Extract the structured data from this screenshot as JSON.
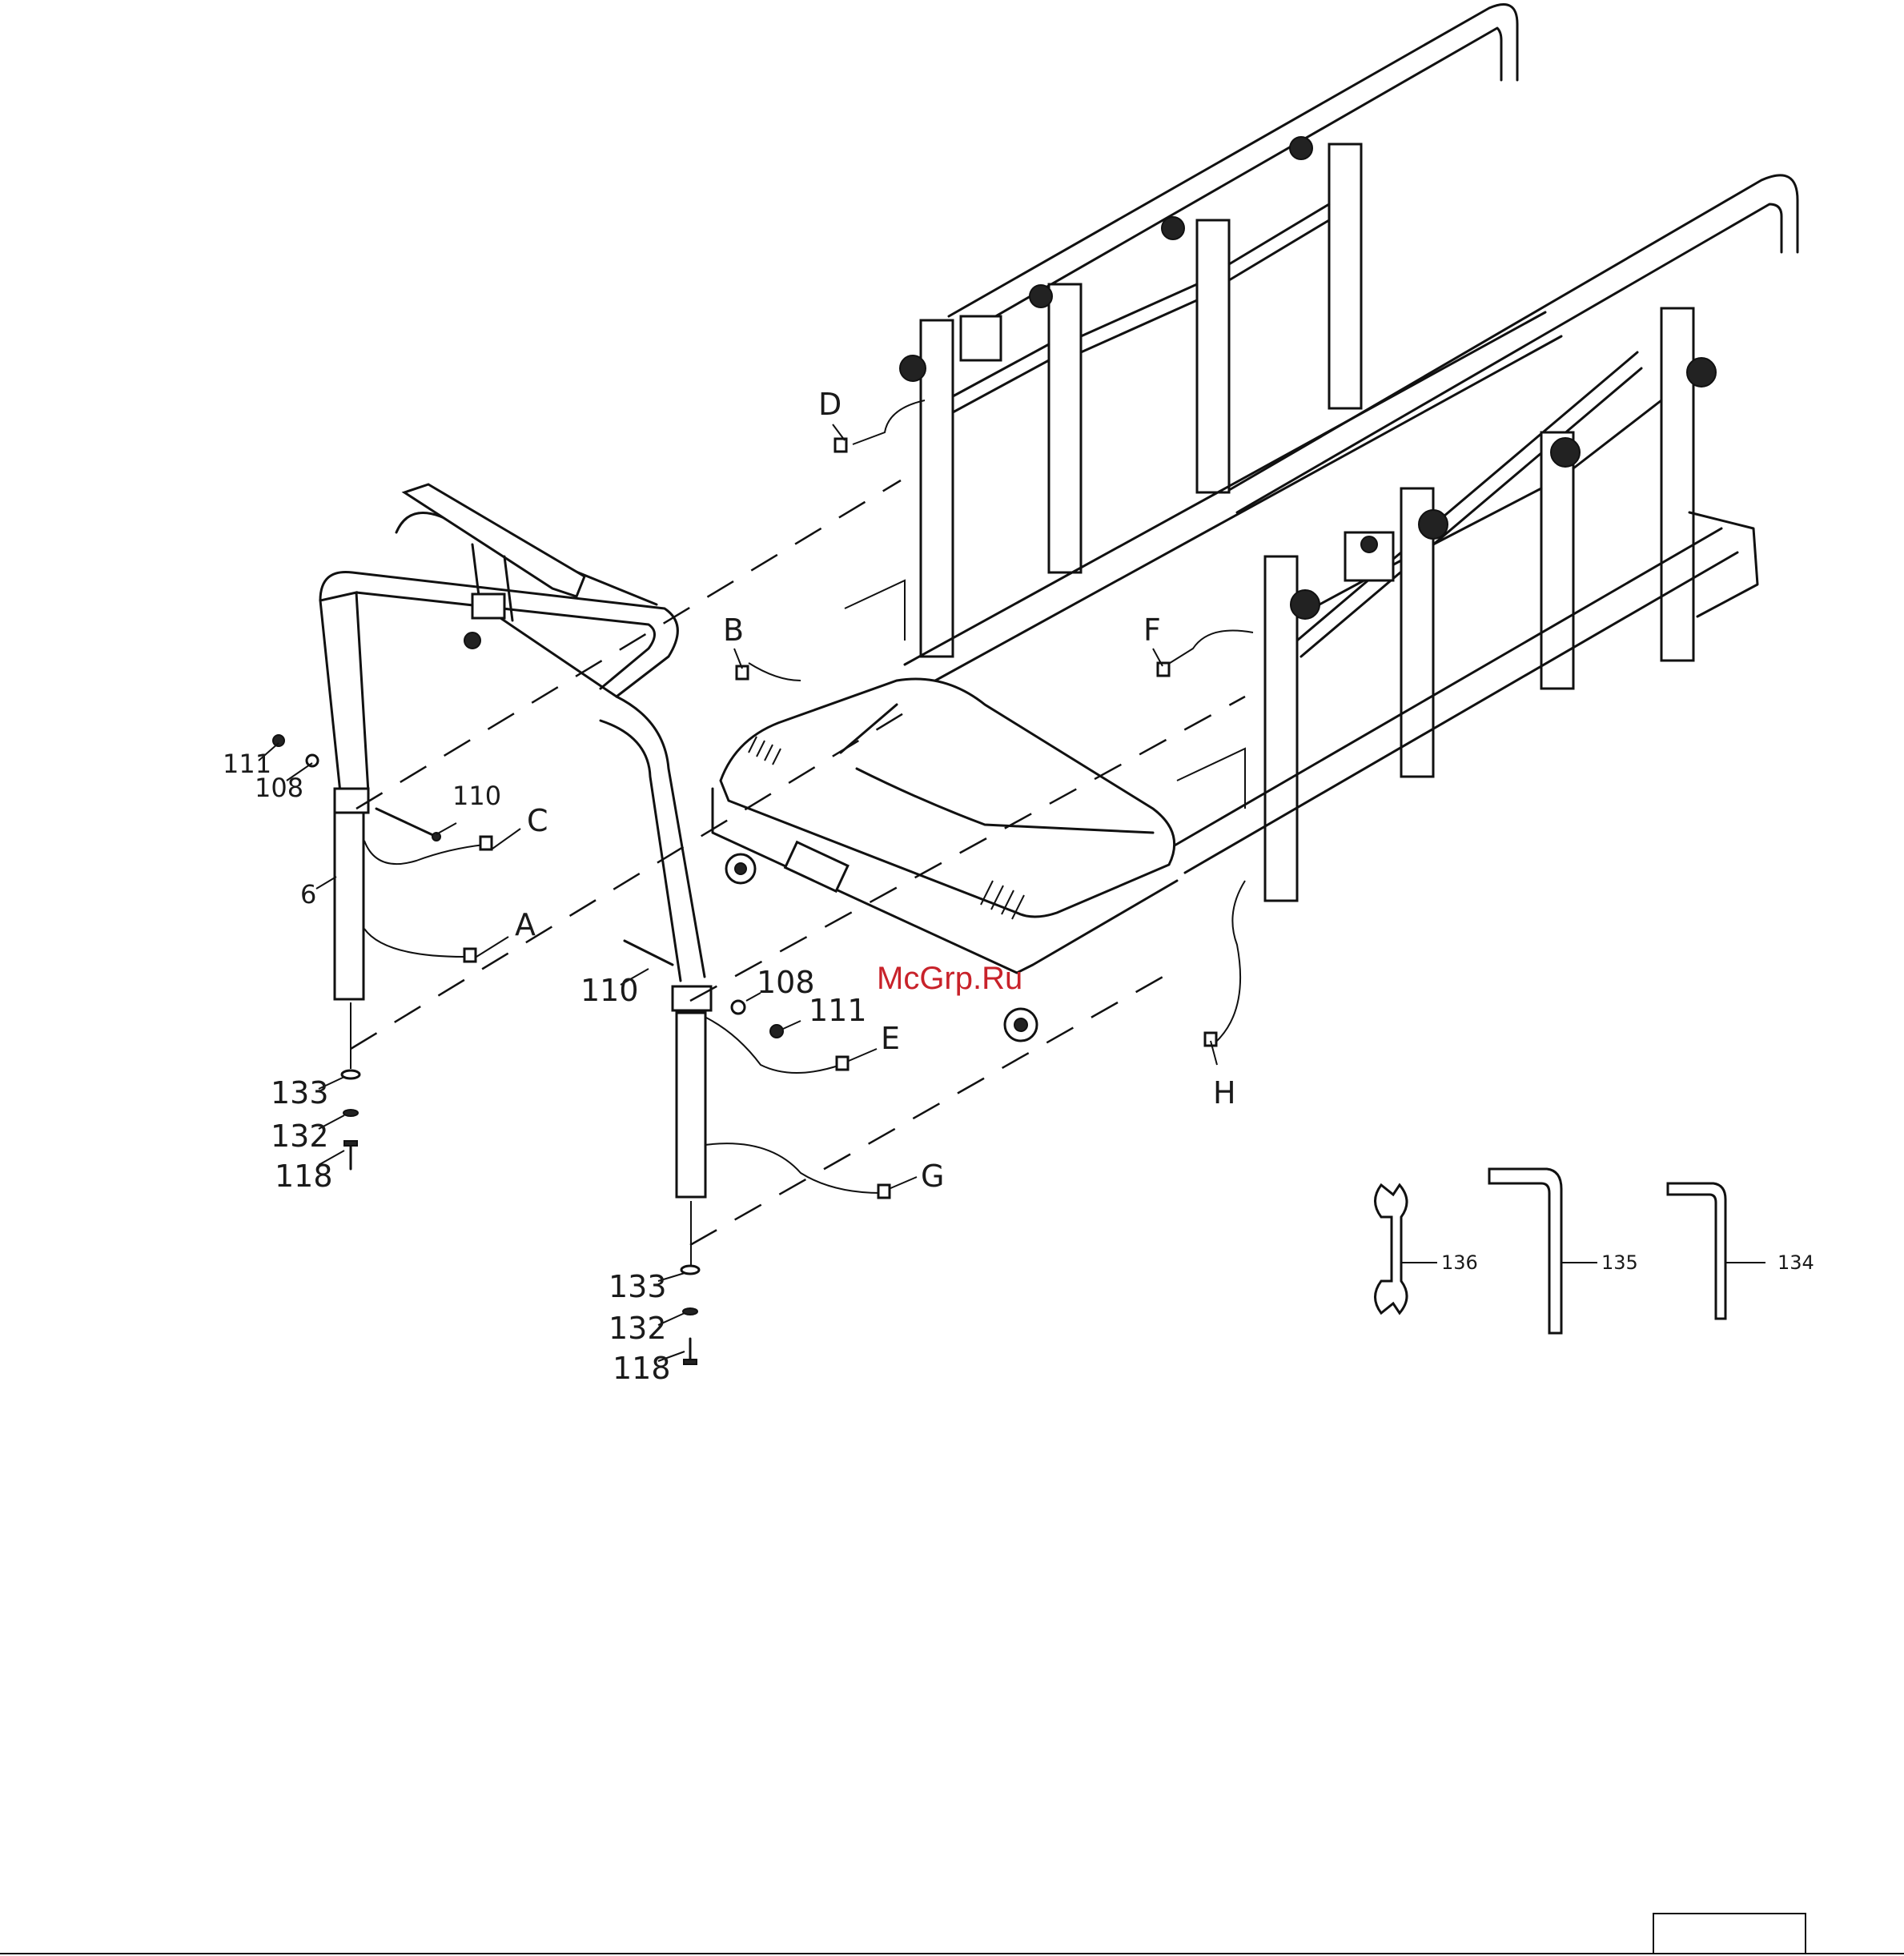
{
  "figure": {
    "part_labels": {
      "p111_left": "111",
      "p108_left": "108",
      "p110_left": "110",
      "p6": "6",
      "p133_left": "133",
      "p132_left": "132",
      "p118_left": "118",
      "p110_right": "110",
      "p108_right": "108",
      "p111_right": "111",
      "p133_right": "133",
      "p132_right": "132",
      "p118_right": "118",
      "p136": "136",
      "p135": "135",
      "p134": "134"
    },
    "connector_labels": {
      "a": "A",
      "b": "B",
      "c": "C",
      "d": "D",
      "e": "E",
      "f": "F",
      "g": "G",
      "h": "H"
    },
    "watermark": "McGrp.Ru"
  },
  "colors": {
    "line": "#111111",
    "background": "#ffffff",
    "watermark": "#c8222a"
  }
}
